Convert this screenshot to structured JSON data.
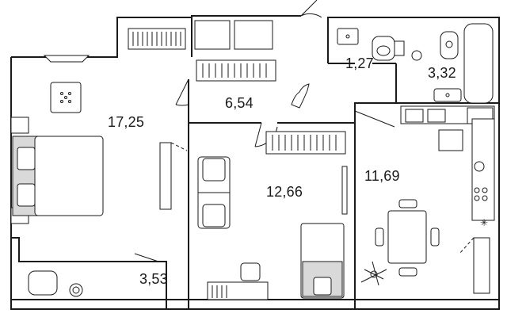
{
  "plan": {
    "rooms": [
      {
        "id": "bedroom",
        "area": "17,25"
      },
      {
        "id": "hall",
        "area": "6,54"
      },
      {
        "id": "toilet",
        "area": "1,27"
      },
      {
        "id": "bathroom",
        "area": "3,32"
      },
      {
        "id": "living-room",
        "area": "12,66"
      },
      {
        "id": "kitchen",
        "area": "11,69"
      },
      {
        "id": "balcony",
        "area": "3,53"
      }
    ]
  }
}
